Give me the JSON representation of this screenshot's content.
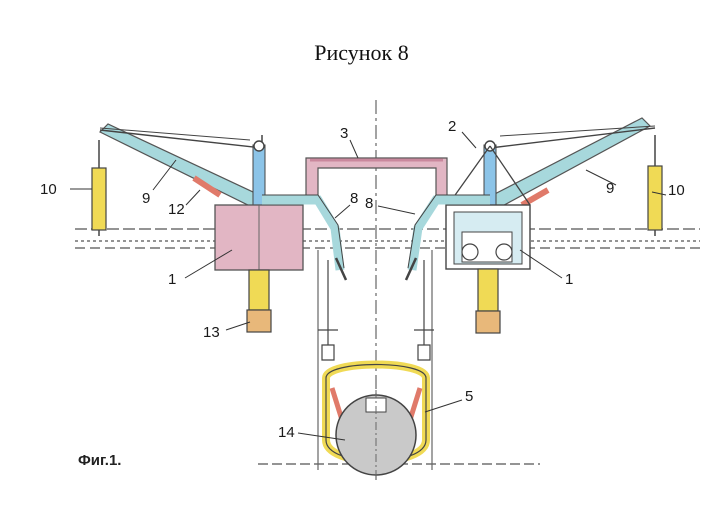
{
  "caption": "Рисунок 8",
  "figure_label": "Фиг.1.",
  "callouts": [
    "10",
    "9",
    "12",
    "1",
    "13",
    "3",
    "8",
    "2",
    "9",
    "10",
    "8",
    "1",
    "5",
    "14"
  ],
  "colors": {
    "boom": "#a7d8dc",
    "mast": "#8cc4e8",
    "cylinder": "#f0da55",
    "pink_fill": "#e2b6c4",
    "red_link": "#e07a6a",
    "pipe": "#c9c9c9",
    "line": "#444444"
  }
}
